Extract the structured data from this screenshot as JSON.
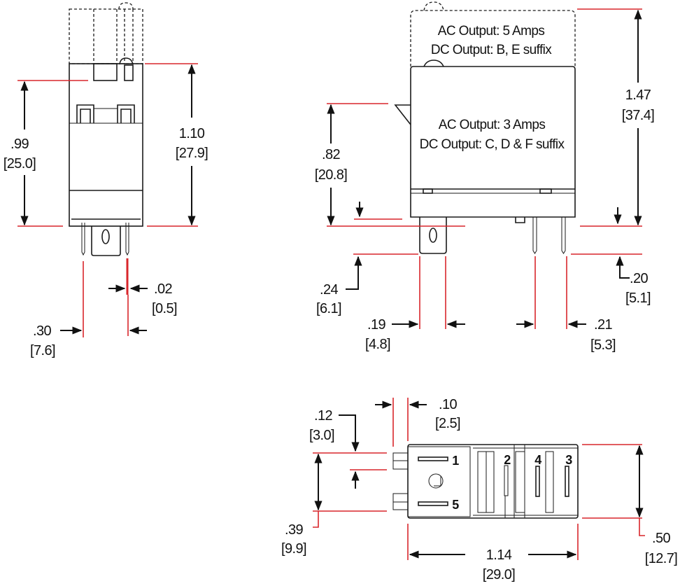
{
  "side_view": {
    "dim_height_body": {
      "in": ".99",
      "mm": "[25.0]"
    },
    "dim_height_total": {
      "in": "1.10",
      "mm": "[27.9]"
    },
    "dim_pin_thickness": {
      "in": ".02",
      "mm": "[0.5]"
    },
    "dim_pin_spacing": {
      "in": ".30",
      "mm": "[7.6]"
    }
  },
  "front_view": {
    "note_top": {
      "line1": "AC Output: 5 Amps",
      "line2": "DC Output: B, E suffix"
    },
    "note_body": {
      "line1": "AC Output: 3 Amps",
      "line2": "DC Output: C, D & F suffix"
    },
    "dim_body_height": {
      "in": ".82",
      "mm": "[20.8]"
    },
    "dim_total_height": {
      "in": "1.47",
      "mm": "[37.4]"
    },
    "dim_plug_length": {
      "in": ".24",
      "mm": "[6.1]"
    },
    "dim_pin_length": {
      "in": ".20",
      "mm": "[5.1]"
    },
    "dim_plug_width": {
      "in": ".19",
      "mm": "[4.8]"
    },
    "dim_pin_spacing": {
      "in": ".21",
      "mm": "[5.3]"
    }
  },
  "bottom_view": {
    "pins": [
      "1",
      "5",
      "2",
      "4",
      "3"
    ],
    "dim_tab_depth": {
      "in": ".10",
      "mm": "[2.5]"
    },
    "dim_tab_offset": {
      "in": ".12",
      "mm": "[3.0]"
    },
    "dim_tab_span": {
      "in": ".39",
      "mm": "[9.9]"
    },
    "dim_width": {
      "in": ".50",
      "mm": "[12.7]"
    },
    "dim_length": {
      "in": "1.14",
      "mm": "[29.0]"
    }
  },
  "colors": {
    "dimension_line": "#d8262b",
    "outline": "#1a1a1a"
  }
}
